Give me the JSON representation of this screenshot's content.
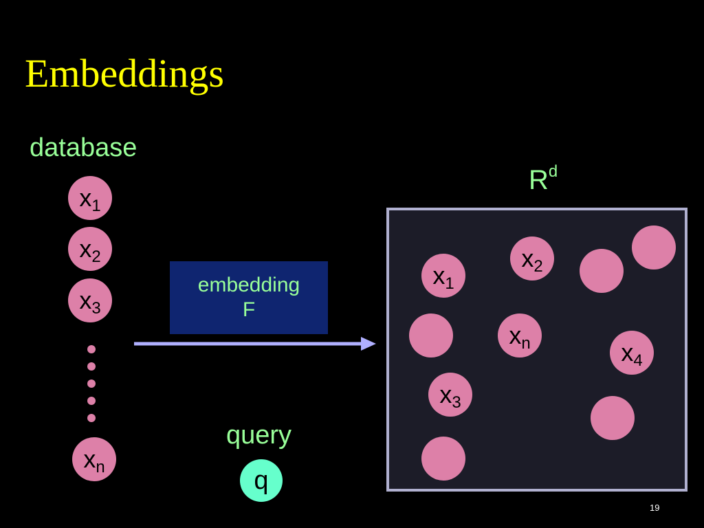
{
  "title": "Embeddings",
  "database_label": "database",
  "database_nodes": [
    {
      "name": "x",
      "sub": "1"
    },
    {
      "name": "x",
      "sub": "2"
    },
    {
      "name": "x",
      "sub": "3"
    },
    {
      "name": "x",
      "sub": "n"
    }
  ],
  "embedding": {
    "line1": "embedding",
    "line2": "F"
  },
  "space": {
    "label": "R",
    "exponent": "d"
  },
  "space_nodes": [
    {
      "name": "x",
      "sub": "1"
    },
    {
      "name": "x",
      "sub": "2"
    },
    {
      "name": "x",
      "sub": "3"
    },
    {
      "name": "x",
      "sub": "n"
    },
    {
      "name": "x",
      "sub": "4"
    }
  ],
  "query_label": "query",
  "query_symbol": "q",
  "page_number": "19",
  "colors": {
    "title": "#ffff00",
    "label": "#99ff99",
    "node": "#dd80a8",
    "query_node": "#66ffcc",
    "embedding_box": "#0f2570",
    "arrow": "#b0b0ff",
    "space_border": "#b0b0d0"
  }
}
